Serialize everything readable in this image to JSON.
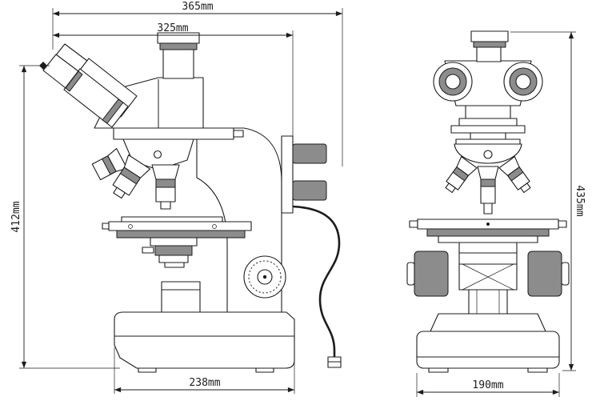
{
  "colors": {
    "line": "#1c1c1c",
    "background": "#ffffff",
    "knurl_fill": "#8c8c8c"
  },
  "icons": {
    "eye_point_marker": "filled-diamond"
  },
  "dimensions": {
    "overall_depth": {
      "label": "365mm"
    },
    "arm_depth": {
      "label": "325mm"
    },
    "eyepoint_height": {
      "label": "412mm"
    },
    "base_depth": {
      "label": "238mm"
    },
    "overall_height": {
      "label": "435mm"
    },
    "base_width": {
      "label": "190mm"
    }
  }
}
